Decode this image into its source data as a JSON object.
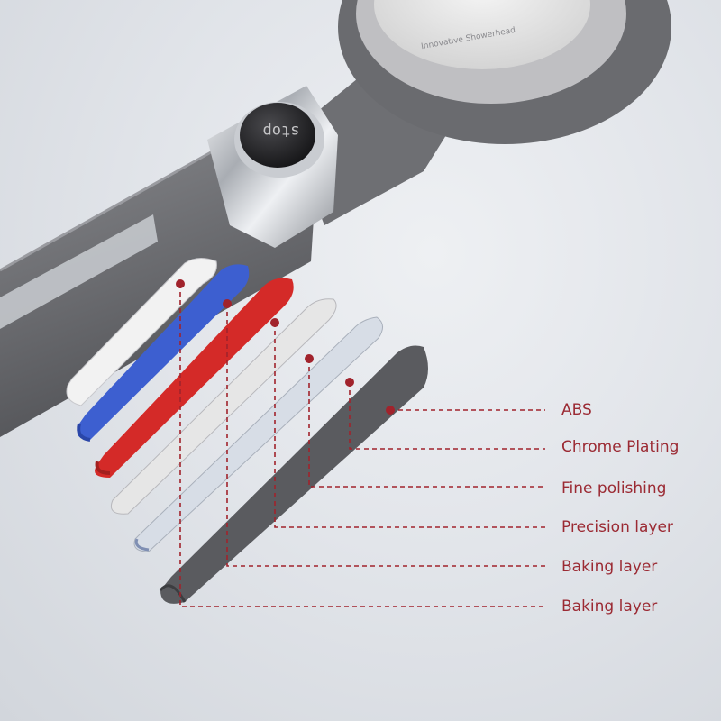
{
  "product": {
    "button_text": "stop",
    "face_text": "Innovative Showerhead"
  },
  "layers": [
    {
      "label": "ABS",
      "color": "#5a5b5f"
    },
    {
      "label": "Chrome Plating",
      "color": "#d7dde6"
    },
    {
      "label": "Fine polishing",
      "color": "#e6e6e6"
    },
    {
      "label": "Precision layer",
      "color": "#d42a28"
    },
    {
      "label": "Baking layer",
      "color": "#3d5fd0"
    },
    {
      "label": "Baking layer",
      "color": "#ececec"
    }
  ],
  "colors": {
    "leader": "#a1232c",
    "label_text": "#9b2a33",
    "body": "#6c6c70"
  }
}
